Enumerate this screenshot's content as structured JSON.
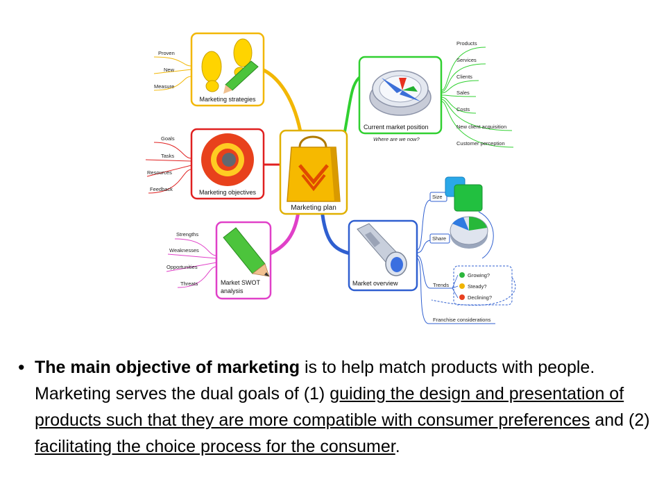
{
  "diagram": {
    "center": {
      "label": "Marketing plan",
      "icon": "shopping-bag-icon"
    },
    "branches": {
      "strategies": {
        "label": "Marketing strategies",
        "icon": "footprints-pencil-icon",
        "color": "#f2b705",
        "items": [
          "Proven",
          "New",
          "Measure"
        ]
      },
      "objectives": {
        "label": "Marketing objectives",
        "icon": "target-icon",
        "color": "#e02020",
        "items": [
          "Goals",
          "Tasks",
          "Resources",
          "Feedback"
        ]
      },
      "swot": {
        "label_line1": "Market SWOT",
        "label_line2": "analysis",
        "icon": "pencil-icon",
        "color": "#e040c8",
        "items": [
          "Strengths",
          "Weaknesses",
          "Opportunities",
          "Threats"
        ]
      },
      "position": {
        "label": "Current market position",
        "sublabel": "Where are we now?",
        "icon": "compass-icon",
        "color": "#30d030",
        "items": [
          "Products",
          "Services",
          "Clients",
          "Sales",
          "Costs",
          "New client acquisition",
          "Customer perception"
        ]
      },
      "overview": {
        "label": "Market overview",
        "icon": "telescope-icon",
        "color": "#2f5fd0",
        "items": {
          "size": "Size",
          "share": "Share",
          "trends": "Trends",
          "franchise": "Franchise considerations"
        },
        "trends": [
          "Growing?",
          "Steady?",
          "Declining?"
        ]
      }
    }
  },
  "bullet": {
    "bold": "The main objective of marketing",
    "t1": " is to help match products with people. Marketing serves the dual goals of (1) ",
    "u1": "guiding the design and presentation of products such that they are more compatible with consumer preferences",
    "t2": " and (2) ",
    "u2": "facilitating the choice process for the consumer",
    "t3": "."
  }
}
